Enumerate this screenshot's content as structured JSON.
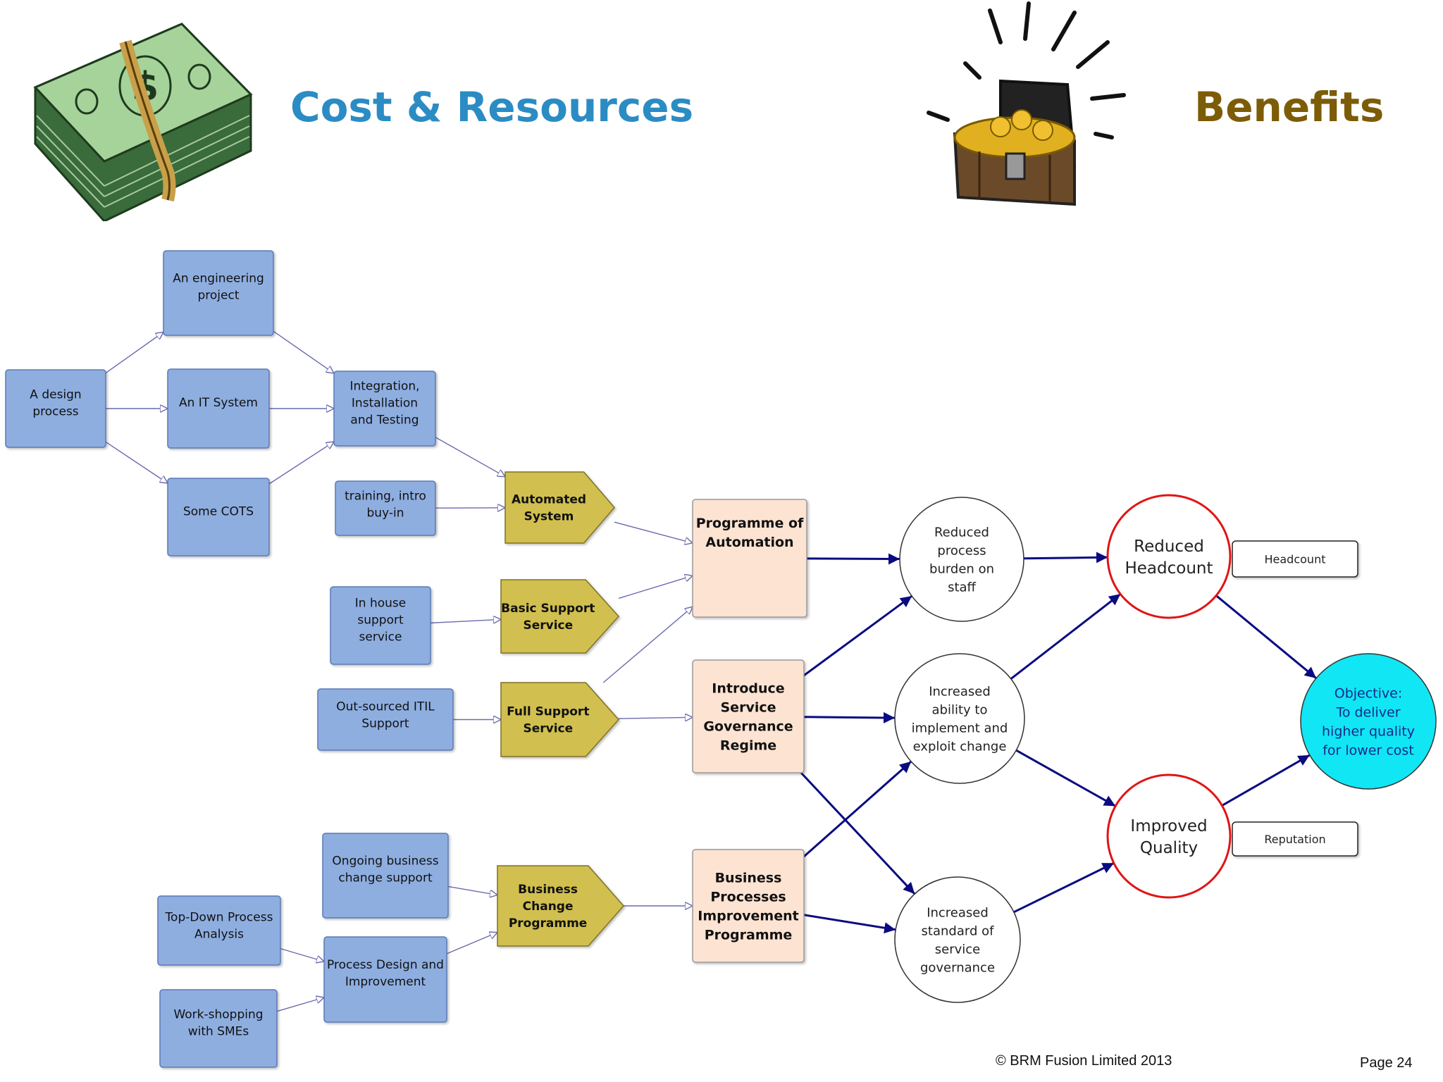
{
  "header": {
    "left_title": "Cost & Resources",
    "right_title": "Benefits",
    "colors": {
      "left_title": "#2b8cc4",
      "right_title": "#7d5c08"
    }
  },
  "icons": {
    "left": "money-stack-icon",
    "right": "treasure-chest-icon"
  },
  "colors": {
    "resource_fill": "#8eaee0",
    "resource_stroke": "#5b79b6",
    "capability_fill": "#d1bf4f",
    "capability_stroke": "#7f7225",
    "programme_fill": "#fde3d2",
    "programme_stroke": "#999999",
    "benefit_stroke": "#333333",
    "key_benefit_stroke": "#e11414",
    "objective_fill": "#10e6f4",
    "objective_stroke": "#333333",
    "measure_stroke": "#222222",
    "thin_arrow": "#6a6ab0",
    "thick_arrow": "#0a0a82"
  },
  "diagram": {
    "nodes": [
      {
        "id": "design",
        "type": "resource",
        "lines": [
          "A design",
          "process"
        ]
      },
      {
        "id": "eng",
        "type": "resource",
        "lines": [
          "An engineering",
          "project"
        ]
      },
      {
        "id": "it",
        "type": "resource",
        "lines": [
          "An IT System"
        ]
      },
      {
        "id": "cots",
        "type": "resource",
        "lines": [
          "Some COTS"
        ]
      },
      {
        "id": "iit",
        "type": "resource",
        "lines": [
          "Integration,",
          "Installation",
          "and Testing"
        ]
      },
      {
        "id": "train",
        "type": "resource",
        "lines": [
          "training, intro",
          "buy-in"
        ]
      },
      {
        "id": "inhouse",
        "type": "resource",
        "lines": [
          "In house",
          "support",
          "service"
        ]
      },
      {
        "id": "outsrc",
        "type": "resource",
        "lines": [
          "Out-sourced ITIL",
          "Support"
        ]
      },
      {
        "id": "ongoing",
        "type": "resource",
        "lines": [
          "Ongoing business",
          "change support"
        ]
      },
      {
        "id": "topdown",
        "type": "resource",
        "lines": [
          "Top-Down Process",
          "Analysis"
        ]
      },
      {
        "id": "pdi",
        "type": "resource",
        "lines": [
          "Process Design and",
          "Improvement"
        ]
      },
      {
        "id": "workshop",
        "type": "resource",
        "lines": [
          "Work-shopping",
          "with SMEs"
        ]
      },
      {
        "id": "auto",
        "type": "capability",
        "lines": [
          "Automated",
          "System"
        ]
      },
      {
        "id": "basic",
        "type": "capability",
        "lines": [
          "Basic Support",
          "Service"
        ]
      },
      {
        "id": "full",
        "type": "capability",
        "lines": [
          "Full Support",
          "Service"
        ]
      },
      {
        "id": "bcp",
        "type": "capability",
        "lines": [
          "Business",
          "Change",
          "Programme"
        ]
      },
      {
        "id": "poa",
        "type": "programme",
        "lines": [
          "Programme of",
          "Automation"
        ]
      },
      {
        "id": "isgr",
        "type": "programme",
        "lines": [
          "Introduce",
          "Service",
          "Governance",
          "Regime"
        ]
      },
      {
        "id": "bpip",
        "type": "programme",
        "lines": [
          "Business",
          "Processes",
          "Improvement",
          "Programme"
        ]
      },
      {
        "id": "rpb",
        "type": "benefit",
        "lines": [
          "Reduced",
          "process",
          "burden on",
          "staff"
        ]
      },
      {
        "id": "iai",
        "type": "benefit",
        "lines": [
          "Increased",
          "ability to",
          "implement and",
          "exploit change"
        ]
      },
      {
        "id": "iss",
        "type": "benefit",
        "lines": [
          "Increased",
          "standard of",
          "service",
          "governance"
        ]
      },
      {
        "id": "rh",
        "type": "key_benefit",
        "lines": [
          "Reduced",
          "Headcount"
        ]
      },
      {
        "id": "iq",
        "type": "key_benefit",
        "lines": [
          "Improved",
          "Quality"
        ]
      },
      {
        "id": "obj",
        "type": "objective",
        "lines": [
          "Objective:",
          "To deliver",
          "higher quality",
          "for lower cost"
        ]
      },
      {
        "id": "m_head",
        "type": "measure",
        "lines": [
          "Headcount"
        ]
      },
      {
        "id": "m_rep",
        "type": "measure",
        "lines": [
          "Reputation"
        ]
      }
    ],
    "edges": [
      {
        "from": "design",
        "to": "eng",
        "style": "thin"
      },
      {
        "from": "design",
        "to": "it",
        "style": "thin"
      },
      {
        "from": "design",
        "to": "cots",
        "style": "thin"
      },
      {
        "from": "eng",
        "to": "iit",
        "style": "thin"
      },
      {
        "from": "it",
        "to": "iit",
        "style": "thin"
      },
      {
        "from": "cots",
        "to": "iit",
        "style": "thin"
      },
      {
        "from": "iit",
        "to": "auto",
        "style": "thin"
      },
      {
        "from": "train",
        "to": "auto",
        "style": "thin"
      },
      {
        "from": "auto",
        "to": "poa",
        "style": "thin"
      },
      {
        "from": "inhouse",
        "to": "basic",
        "style": "thin"
      },
      {
        "from": "basic",
        "to": "poa",
        "style": "thin"
      },
      {
        "from": "outsrc",
        "to": "full",
        "style": "thin"
      },
      {
        "from": "full",
        "to": "poa",
        "style": "thin"
      },
      {
        "from": "full",
        "to": "isgr",
        "style": "thin"
      },
      {
        "from": "ongoing",
        "to": "bcp",
        "style": "thin"
      },
      {
        "from": "pdi",
        "to": "bcp",
        "style": "thin"
      },
      {
        "from": "topdown",
        "to": "pdi",
        "style": "thin"
      },
      {
        "from": "workshop",
        "to": "pdi",
        "style": "thin"
      },
      {
        "from": "bcp",
        "to": "bpip",
        "style": "thin"
      },
      {
        "from": "poa",
        "to": "rpb",
        "style": "thick"
      },
      {
        "from": "isgr",
        "to": "rpb",
        "style": "thick"
      },
      {
        "from": "isgr",
        "to": "iai",
        "style": "thick"
      },
      {
        "from": "isgr",
        "to": "iss",
        "style": "thick"
      },
      {
        "from": "bpip",
        "to": "iai",
        "style": "thick"
      },
      {
        "from": "bpip",
        "to": "iss",
        "style": "thick"
      },
      {
        "from": "rpb",
        "to": "rh",
        "style": "thick"
      },
      {
        "from": "iai",
        "to": "rh",
        "style": "thick"
      },
      {
        "from": "iai",
        "to": "iq",
        "style": "thick"
      },
      {
        "from": "iss",
        "to": "iq",
        "style": "thick"
      },
      {
        "from": "rh",
        "to": "obj",
        "style": "thick"
      },
      {
        "from": "iq",
        "to": "obj",
        "style": "thick"
      }
    ]
  },
  "footer": {
    "copyright": "© BRM Fusion Limited   2013",
    "page": "Page 24"
  }
}
